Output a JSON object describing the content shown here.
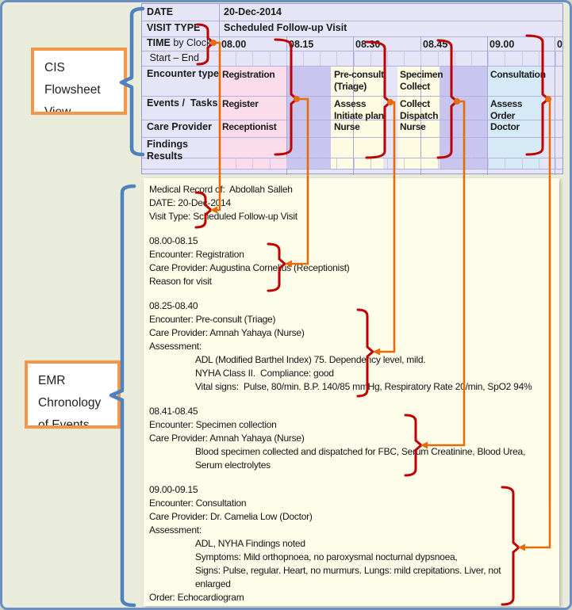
{
  "colors": {
    "pink": "#fbdcea",
    "purple": "#c8c5ee",
    "cream": "#fdfce3",
    "blue": "#d5eaf6",
    "red_brace": "#c00000",
    "orange_connector": "#e66c0a",
    "blue_brace": "#4f81bd",
    "callout_border": "#f79646",
    "table_bg": "#e6e5f7",
    "emr_bg": "#fdfdea"
  },
  "callouts": {
    "cis": {
      "lines": [
        "CIS",
        "Flowsheet",
        "View"
      ]
    },
    "emr": {
      "lines": [
        "EMR",
        "Chronology",
        "of Events"
      ]
    }
  },
  "flowsheet": {
    "date_label": "DATE",
    "date_value": "20-Dec-2014",
    "visit_type_label": "VISIT TYPE",
    "visit_type_value": "Scheduled Follow-up Visit",
    "time_label_bold": "TIME",
    "time_label_rest": " by Clock",
    "start_end_label": " Start – End",
    "encounter_row_label": "Encounter type",
    "events_row_label": "Events /  Tasks",
    "care_row_label": "Care Provider",
    "findings_row_label_1": "Findings",
    "findings_row_label_2": "Results",
    "time_ticks": [
      "08.00",
      "08.15",
      "08.30",
      "08.45",
      "09.00",
      "0"
    ],
    "encounters": [
      {
        "type_lines": [
          "Registration"
        ],
        "task_lines": [
          "Register"
        ],
        "provider": "Receptionist",
        "color": "pink"
      },
      {
        "type_lines": [
          "Pre-consult",
          "(Triage)"
        ],
        "task_lines": [
          "Assess",
          "Initiate plan"
        ],
        "provider": "Nurse",
        "color": "cream"
      },
      {
        "type_lines": [
          "Specimen",
          "Collect"
        ],
        "task_lines": [
          "Collect",
          "Dispatch"
        ],
        "provider": "Nurse",
        "color": "cream"
      },
      {
        "type_lines": [
          "Consultation"
        ],
        "task_lines": [
          "Assess",
          "Order"
        ],
        "provider": "Doctor",
        "color": "blue"
      }
    ]
  },
  "emr": {
    "lines": [
      {
        "t": "Medical Record of:  Abdollah Salleh"
      },
      {
        "t": "DATE: 20-Dec-2014"
      },
      {
        "t": "Visit Type: Scheduled Follow-up Visit"
      },
      {
        "t": ""
      },
      {
        "t": "08.00-08.15"
      },
      {
        "t": "Encounter: Registration"
      },
      {
        "t": "Care Provider: Augustina Cornelius (Receptionist)"
      },
      {
        "t": "Reason for visit"
      },
      {
        "t": ""
      },
      {
        "t": "08.25-08.40"
      },
      {
        "t": "Encounter: Pre-consult (Triage)"
      },
      {
        "t": "Care Provider: Amnah Yahaya (Nurse)"
      },
      {
        "t": "Assessment:"
      },
      {
        "t": "ADL (Modified Barthel Index) 75. Dependency level, mild.",
        "indent": true
      },
      {
        "t": "NYHA Class II.  Compliance: good",
        "indent": true
      },
      {
        "t": "Vital signs:  Pulse, 80/min. B.P. 140/85 mmHg, Respiratory Rate 20/min, SpO2 94%",
        "indent": true
      },
      {
        "t": ""
      },
      {
        "t": "08.41-08.45"
      },
      {
        "t": "Encounter: Specimen collection"
      },
      {
        "t": "Care Provider: Amnah Yahaya (Nurse)"
      },
      {
        "t": "Blood specimen collected and dispatched for FBC, Serum Creatinine, Blood Urea,",
        "indent": true
      },
      {
        "t": "Serum electrolytes",
        "indent": true
      },
      {
        "t": ""
      },
      {
        "t": "09.00-09.15"
      },
      {
        "t": "Encounter: Consultation"
      },
      {
        "t": "Care Provider: Dr. Camelia Low (Doctor)"
      },
      {
        "t": "Assessment:"
      },
      {
        "t": "ADL, NYHA Findings noted",
        "indent": true
      },
      {
        "t": "Symptoms: Mild orthopnoea, no paroxysmal nocturnal dypsnoea,",
        "indent": true
      },
      {
        "t": "Signs: Pulse, regular. Heart, no murmurs. Lungs: mild crepitations. Liver, not",
        "indent": true
      },
      {
        "t": "enlarged",
        "indent": true
      },
      {
        "t": "Order: Echocardiogram"
      }
    ]
  }
}
